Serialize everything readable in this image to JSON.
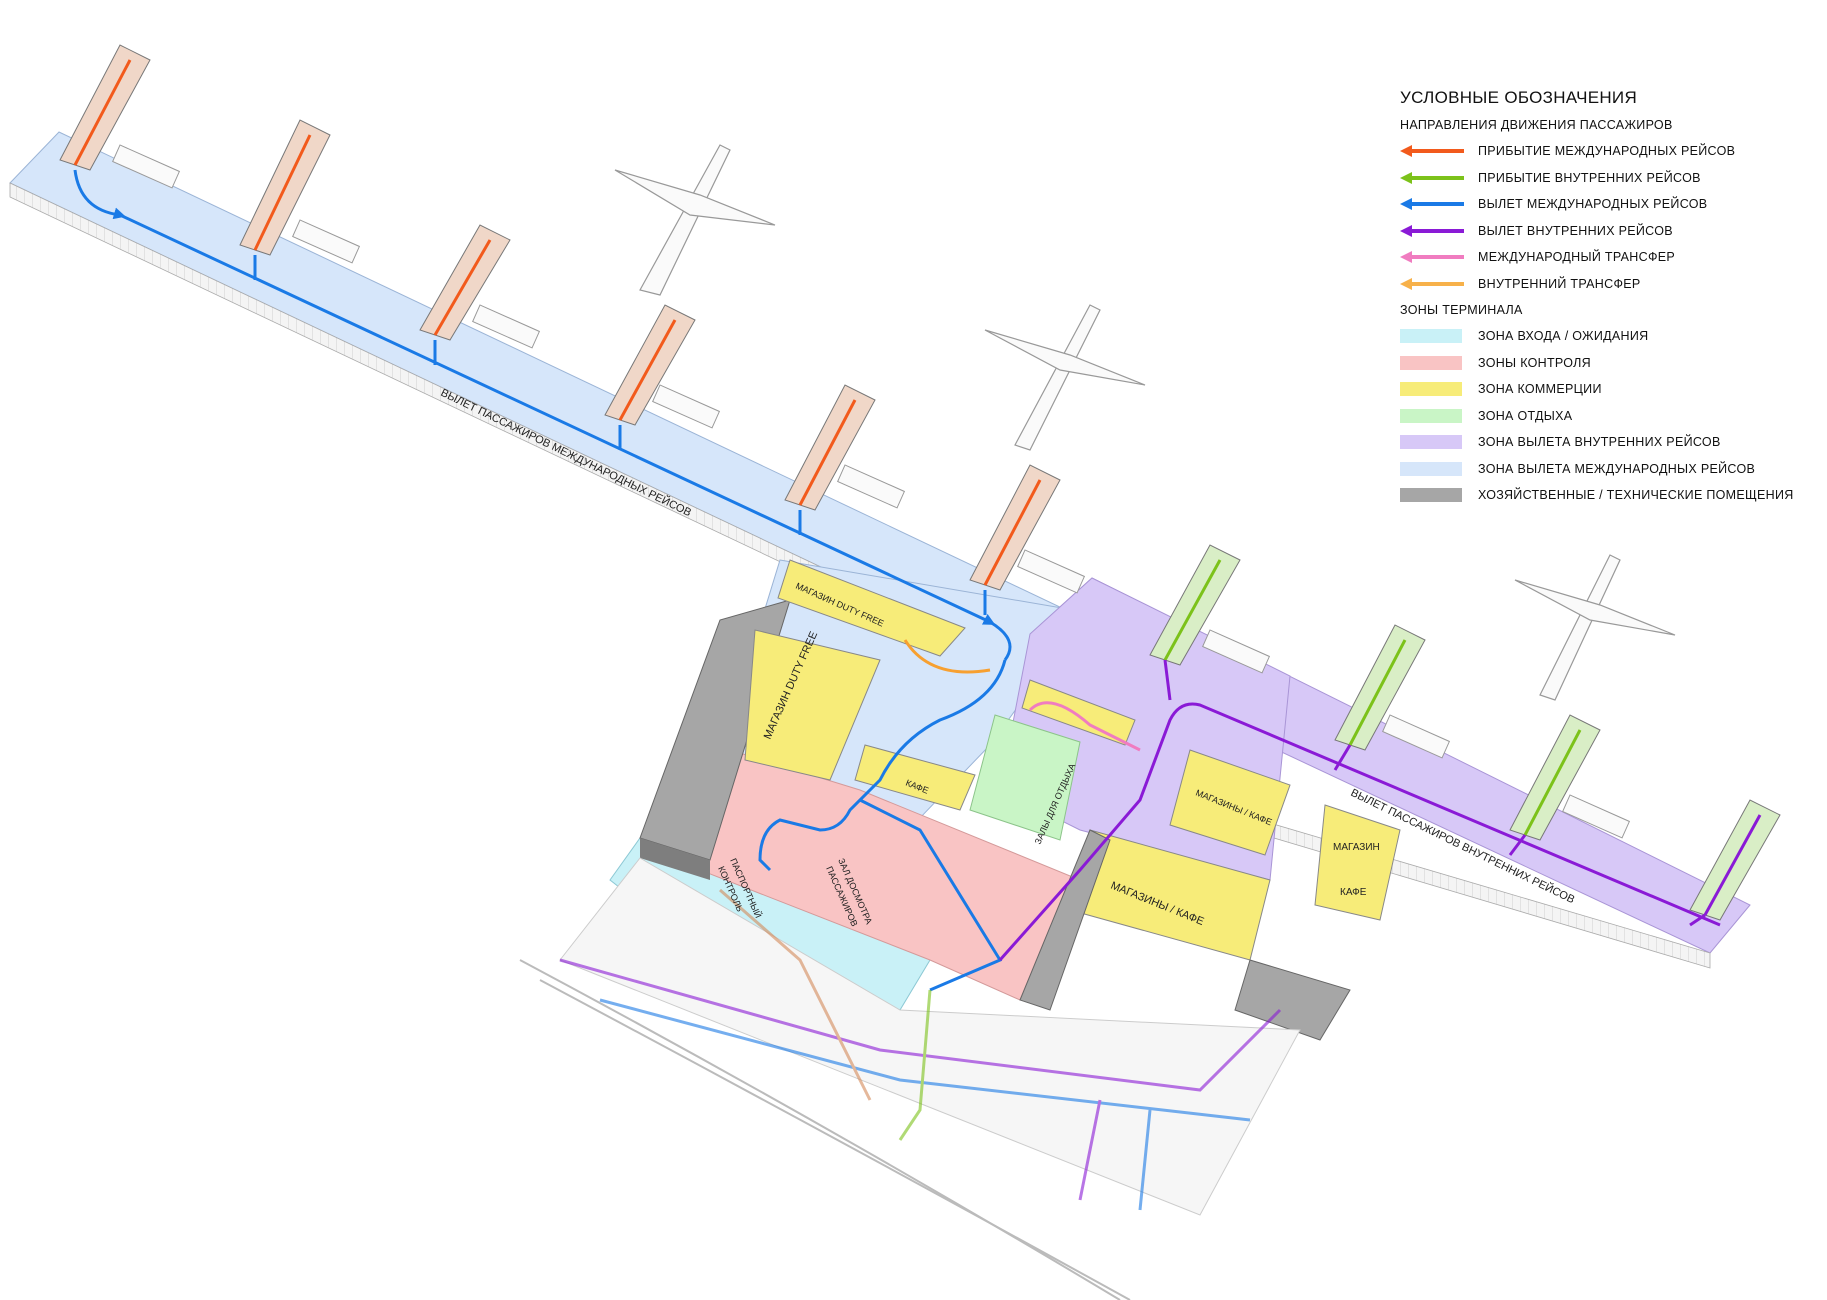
{
  "legend": {
    "title": "УСЛОВНЫЕ ОБОЗНАЧЕНИЯ",
    "flows_heading": "НАПРАВЛЕНИЯ ДВИЖЕНИЯ ПАССАЖИРОВ",
    "flows": [
      {
        "label": "ПРИБЫТИЕ МЕЖДУНАРОДНЫХ РЕЙСОВ",
        "color": "#f25a1c"
      },
      {
        "label": "ПРИБЫТИЕ ВНУТРЕННИХ РЕЙСОВ",
        "color": "#7cc21a"
      },
      {
        "label": "ВЫЛЕТ МЕЖДУНАРОДНЫХ РЕЙСОВ",
        "color": "#1a7ae6"
      },
      {
        "label": "ВЫЛЕТ ВНУТРЕННИХ РЕЙСОВ",
        "color": "#8a1ad6"
      },
      {
        "label": "МЕЖДУНАРОДНЫЙ ТРАНСФЕР",
        "color": "#f07cc0"
      },
      {
        "label": "ВНУТРЕННИЙ ТРАНСФЕР",
        "color": "#f7b14a"
      }
    ],
    "zones_heading": "ЗОНЫ ТЕРМИНАЛА",
    "zones": [
      {
        "label": "ЗОНА ВХОДА / ОЖИДАНИЯ",
        "color": "#c9f1f7"
      },
      {
        "label": "ЗОНЫ КОНТРОЛЯ",
        "color": "#f9c4c4"
      },
      {
        "label": "ЗОНА КОММЕРЦИИ",
        "color": "#f7ec79"
      },
      {
        "label": "ЗОНА ОТДЫХА",
        "color": "#c9f5c6"
      },
      {
        "label": "ЗОНА ВЫЛЕТА ВНУТРЕННИХ РЕЙСОВ",
        "color": "#d7c8f7"
      },
      {
        "label": "ЗОНА ВЫЛЕТА МЕЖДУНАРОДНЫХ РЕЙСОВ",
        "color": "#d6e6fa"
      },
      {
        "label": "ХОЗЯЙСТВЕННЫЕ / ТЕХНИЧЕСКИЕ ПОМЕЩЕНИЯ",
        "color": "#a6a6a6"
      }
    ]
  },
  "labels": {
    "intl_concourse": "ВЫЛЕТ ПАССАЖИРОВ МЕЖДУНАРОДНЫХ РЕЙСОВ",
    "dom_concourse": "ВЫЛЕТ ПАССАЖИРОВ ВНУТРЕННИХ РЕЙСОВ",
    "duty_free_1": "МАГАЗИН DUTY FREE",
    "duty_free_2": "МАГАЗИН DUTY FREE",
    "cafe_1": "КАФЕ",
    "lounge": "ЗАЛЫ ДЛЯ ОТДЫХА",
    "passport_1": "ПАСПОРТНЫЙ",
    "passport_2": "КОНТРОЛЬ",
    "security_1": "ЗАЛ ДОСМОТРА",
    "security_2": "ПАССАЖИРОВ",
    "shops_cafe_1": "МАГАЗИНЫ / КАФЕ",
    "shops_cafe_2": "МАГАЗИНЫ / КАФЕ",
    "shop": "МАГАЗИН",
    "cafe_2": "КАФЕ"
  }
}
